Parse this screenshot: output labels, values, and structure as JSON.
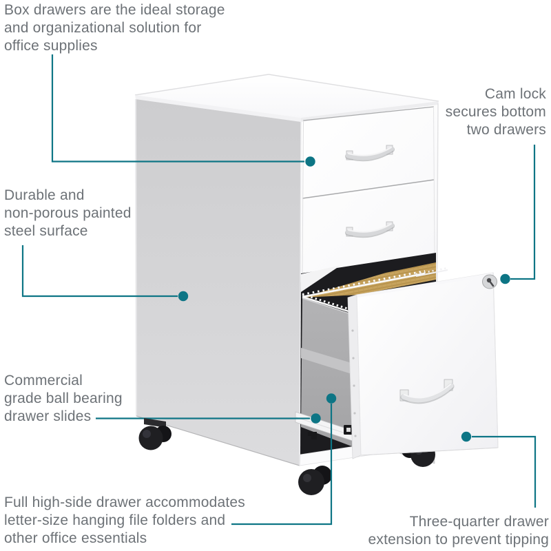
{
  "figure": {
    "type": "product-feature-diagram",
    "subject": "Three-drawer mobile file cabinet with two box drawers and an open bottom file drawer on casters"
  },
  "colors": {
    "background": "#ffffff",
    "callout_accent": "#0d7585",
    "label_text": "#6d7277",
    "cabinet_side": "#d2d2d4",
    "cabinet_front": "#fcfcfd",
    "drawer_interior_gray": "#ababad",
    "file_folder_tan": "#c7a35e",
    "caster_black": "#1f1f22"
  },
  "callouts": [
    {
      "id": "box-drawers",
      "text": "Box drawers are the ideal storage\nand organizational solution for\noffice supplies"
    },
    {
      "id": "cam-lock",
      "text": "Cam lock\nsecures bottom\ntwo drawers"
    },
    {
      "id": "steel-surface",
      "text": "Durable and\nnon-porous painted\nsteel surface"
    },
    {
      "id": "drawer-slides",
      "text": "Commercial\ngrade ball bearing\ndrawer slides"
    },
    {
      "id": "high-side-drawer",
      "text": "Full high-side drawer accommodates\nletter-size hanging file folders and\nother office essentials"
    },
    {
      "id": "drawer-extension",
      "text": "Three-quarter drawer\nextension to prevent tipping"
    }
  ]
}
